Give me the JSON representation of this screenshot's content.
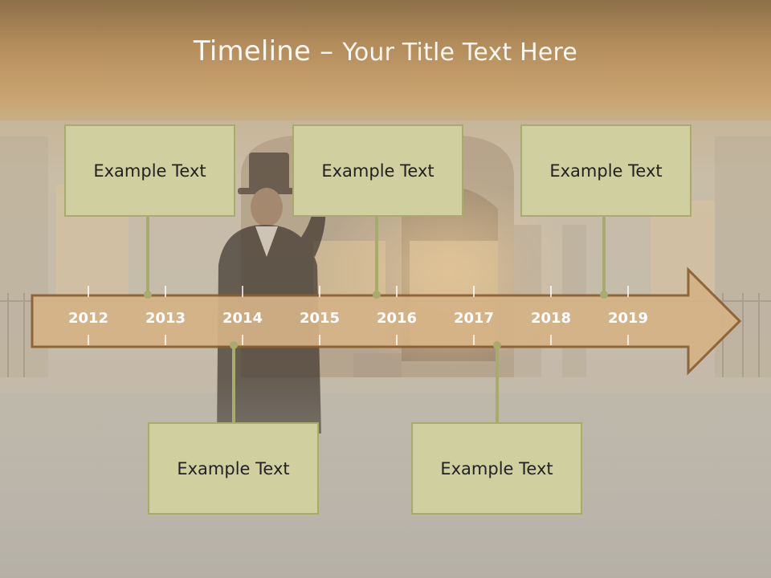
{
  "slide": {
    "title_main": "Timeline – ",
    "title_sub": "Your Title Text Here"
  },
  "timeline": {
    "years": [
      "2012",
      "2013",
      "2014",
      "2015",
      "2016",
      "2017",
      "2018",
      "2019"
    ],
    "arrow_fill": "#d6b387",
    "arrow_stroke": "#8a5f32"
  },
  "events": {
    "top": [
      "Example Text",
      "Example Text",
      "Example Text"
    ],
    "bottom": [
      "Example Text",
      "Example Text"
    ]
  },
  "colors": {
    "box_fill": "#cfcf9f",
    "box_border": "#a9aa6d",
    "title_text": "#fbf7ef",
    "year_text": "#ffffff"
  }
}
